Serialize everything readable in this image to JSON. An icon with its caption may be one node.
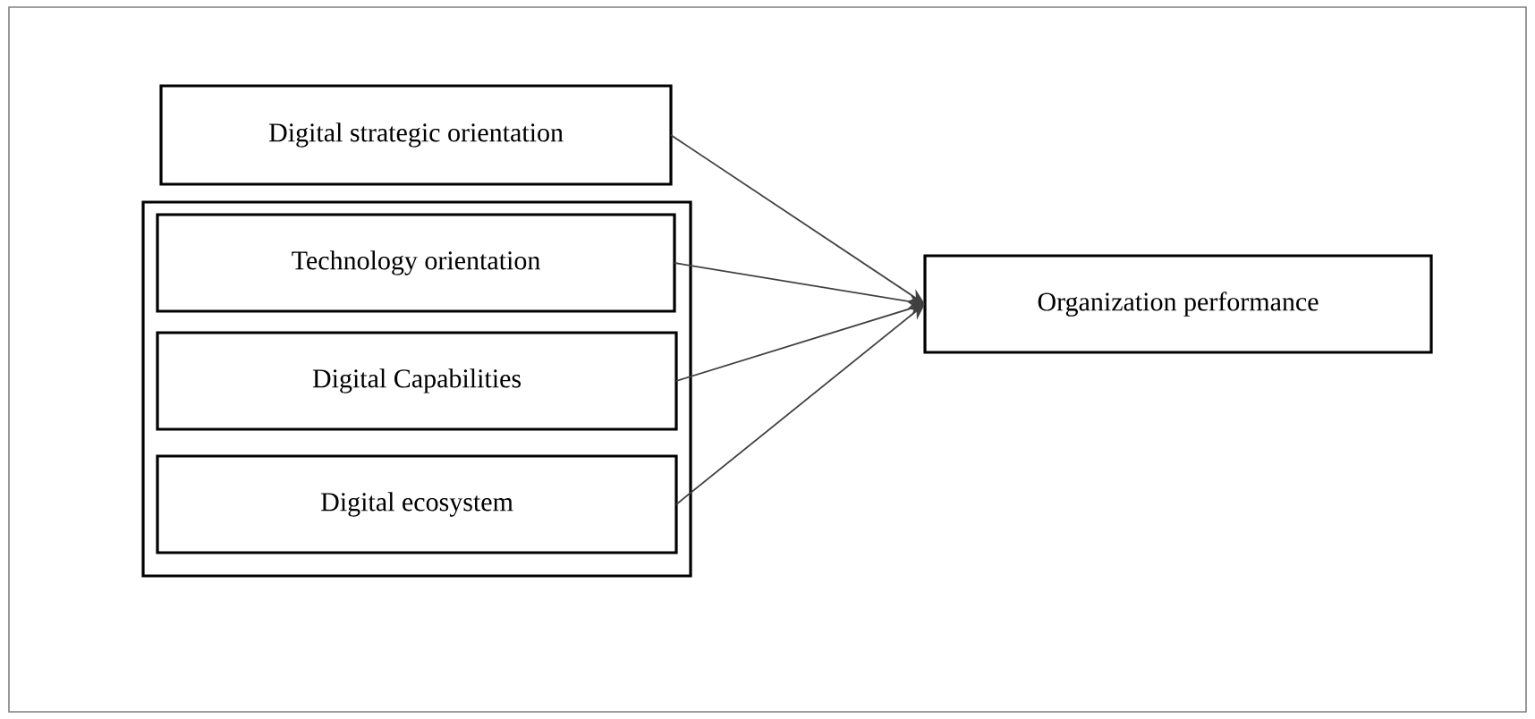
{
  "diagram": {
    "nodes": [
      {
        "text": [
          "Digital strategic orientation"
        ]
      },
      {
        "text": [],
        "shape": "box"
      },
      {
        "text": [
          "Technology orientation"
        ],
        "in": 1
      },
      {
        "text": [
          "Digital Capabilities"
        ],
        "in": 1
      },
      {
        "text": [
          "Digital ecosystem"
        ],
        "in": 1
      },
      {
        "text": [
          "Organization performance"
        ]
      }
    ],
    "edges": [
      {
        "from": 0,
        "to": 5,
        "arrow": "to"
      },
      {
        "from": 2,
        "to": 5,
        "arrow": "to"
      },
      {
        "from": 3,
        "to": 5,
        "arrow": "to"
      },
      {
        "from": 4,
        "to": 5,
        "arrow": "to"
      }
    ]
  }
}
